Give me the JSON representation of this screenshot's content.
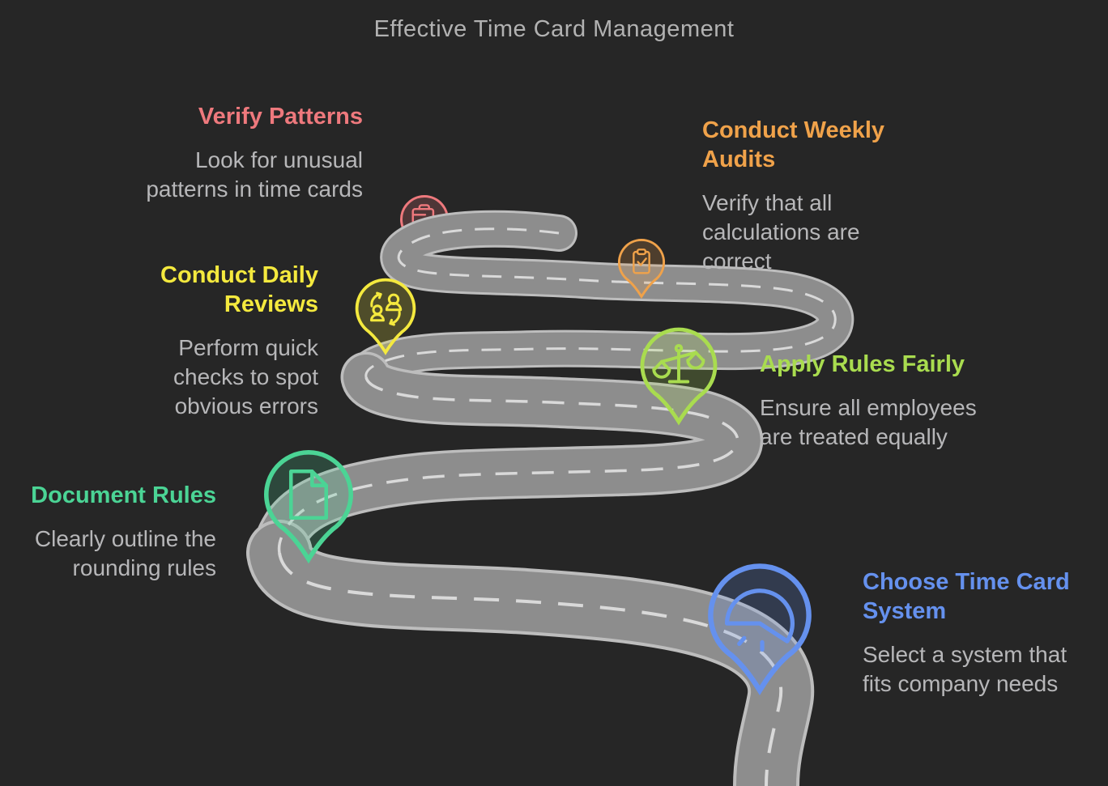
{
  "title": "Effective Time Card Management",
  "steps": [
    {
      "name": "verify-patterns",
      "label": "Verify Patterns",
      "description": "Look for unusual patterns in time cards",
      "color": "#ee797d",
      "icon": "briefcase-check-icon"
    },
    {
      "name": "conduct-weekly-audits",
      "label": "Conduct Weekly Audits",
      "description": "Verify that all calculations are correct",
      "color": "#f0a24a",
      "icon": "clipboard-check-icon"
    },
    {
      "name": "conduct-daily-reviews",
      "label": "Conduct Daily Reviews",
      "description": "Perform quick checks to spot obvious errors",
      "color": "#f4e93e",
      "icon": "people-swap-icon"
    },
    {
      "name": "apply-rules-fairly",
      "label": "Apply Rules Fairly",
      "description": "Ensure all employees are treated equally",
      "color": "#a9dc4f",
      "icon": "balance-scale-icon"
    },
    {
      "name": "document-rules",
      "label": "Document Rules",
      "description": "Clearly outline the rounding rules",
      "color": "#4bd495",
      "icon": "document-icon"
    },
    {
      "name": "choose-time-card-system",
      "label": "Choose Time Card System",
      "description": "Select a system that fits company needs",
      "color": "#6591ee",
      "icon": "gauge-icon"
    }
  ],
  "colors": {
    "background": "#262626",
    "title_text": "#b2b2b2",
    "body_text": "#b7b7b9",
    "road_edge": "#bdbdbd",
    "road_body": "#8d8d8d",
    "road_dash": "#d9d9d9"
  }
}
